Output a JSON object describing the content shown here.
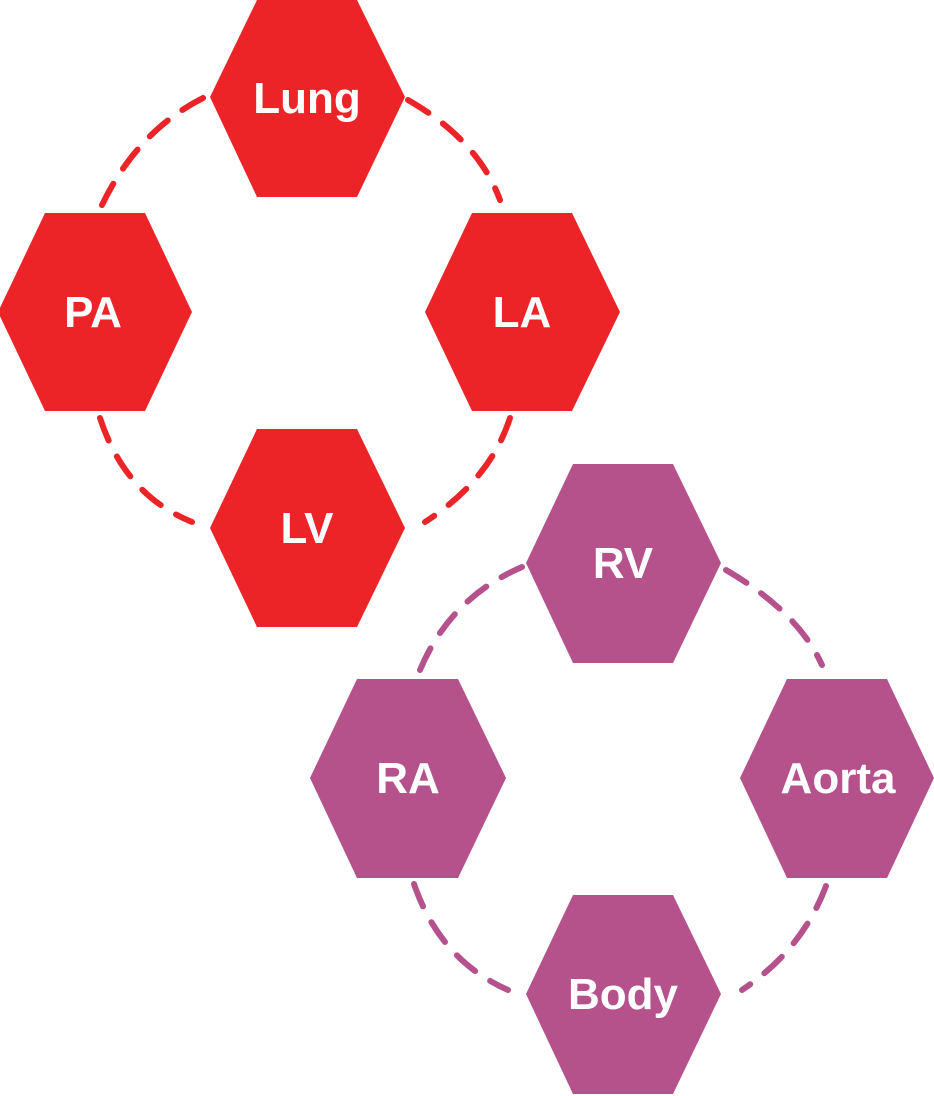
{
  "colors": {
    "pulmonary": "#ec2427",
    "systemic": "#b5528c",
    "background": "#ffffff",
    "label": "#ffffff"
  },
  "pulmonary_circuit": {
    "top": "Lung",
    "left": "PA",
    "right": "LA",
    "bottom": "LV"
  },
  "systemic_circuit": {
    "top": "RV",
    "left": "RA",
    "right": "Aorta",
    "bottom": "Body"
  }
}
